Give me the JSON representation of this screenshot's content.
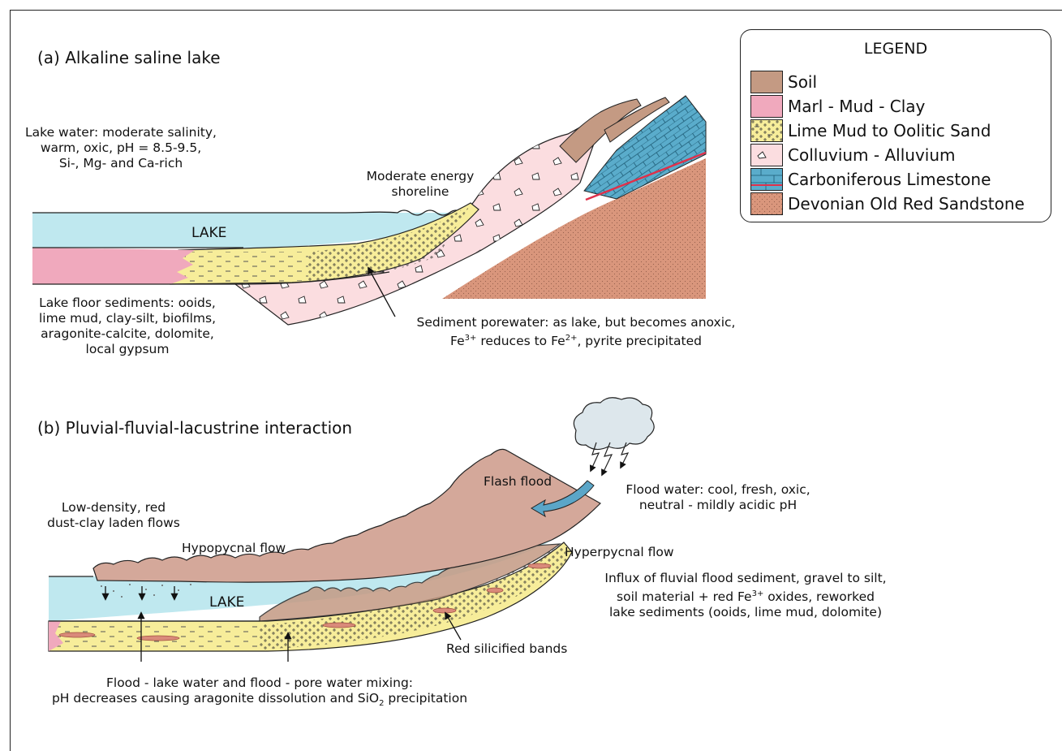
{
  "panel_a": {
    "title": "(a) Alkaline saline lake",
    "lake_label": "LAKE",
    "lake_water": [
      "Lake water: moderate salinity,",
      "warm, oxic, pH = 8.5-9.5,",
      "Si-, Mg- and Ca-rich"
    ],
    "shoreline": [
      "Moderate energy",
      "shoreline"
    ],
    "floor_sediments": [
      "Lake floor sediments: ooids,",
      "lime mud, clay-silt, biofilms,",
      "aragonite-calcite, dolomite,",
      "local gypsum"
    ],
    "porewater_line1": "Sediment porewater: as lake, but becomes anoxic,",
    "porewater_fe3": "Fe",
    "porewater_sup3": "3+",
    "porewater_mid": " reduces to Fe",
    "porewater_sup2": "2+",
    "porewater_end": ", pyrite precipitated"
  },
  "panel_b": {
    "title": "(b)  Pluvial-fluvial-lacustrine interaction",
    "lake_label": "LAKE",
    "flash_flood": "Flash flood",
    "flood_water": [
      "Flood water: cool, fresh, oxic,",
      "neutral - mildly acidic pH"
    ],
    "low_density": [
      "Low-density, red",
      "dust-clay laden flows"
    ],
    "hypopycnal": "Hypopycnal flow",
    "hyperpycnal": "Hyperpycnal flow",
    "influx_line1": "Influx of fluvial flood sediment, gravel to silt,",
    "influx_line2a": "soil material + red Fe",
    "influx_sup": "3+",
    "influx_line2b": " oxides, reworked",
    "influx_line3": "lake sediments (ooids, lime mud, dolomite)",
    "red_bands": "Red silicified bands",
    "mixing_line1": "Flood - lake water and flood - pore water mixing:",
    "mixing_line2a": "pH decreases causing aragonite dissolution and SiO",
    "mixing_sub": "2",
    "mixing_line2b": " precipitation"
  },
  "legend": {
    "title": "LEGEND",
    "items": [
      {
        "label": "Soil",
        "color": "#c49a83"
      },
      {
        "label": "Marl - Mud - Clay",
        "color": "#f0a9bd"
      },
      {
        "label": "Lime Mud to Oolitic Sand",
        "color": "#f7ed9a"
      },
      {
        "label": "Colluvium - Alluvium",
        "color": "#fbdde0"
      },
      {
        "label": "Carboniferous Limestone",
        "color": "#5aaccb"
      },
      {
        "label": "Devonian Old Red Sandstone",
        "color": "#d9967c"
      }
    ]
  },
  "colors": {
    "lake": "#bfe8ef",
    "soil": "#c49a83",
    "marl": "#f0a9bd",
    "lime_mud": "#f7ed9a",
    "colluvium": "#fbdde0",
    "limestone": "#5aaccb",
    "sandstone": "#d9967c",
    "flood_arrow": "#5ba6c8",
    "red_band": "#d98a7a"
  }
}
